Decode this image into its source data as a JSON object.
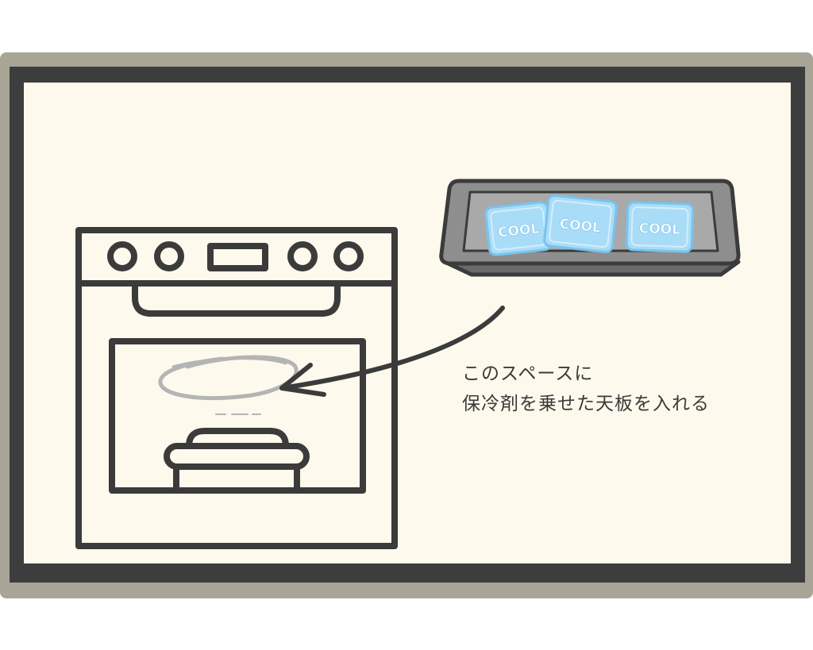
{
  "caption": {
    "line1": "このスペースに",
    "line2": "保冷剤を乗せた天板を入れる"
  },
  "ice_pack_label": "COOL",
  "colors": {
    "outer_frame": "#a8a596",
    "inner_border": "#3d3d3d",
    "panel": "#fdf9ec",
    "line": "#3b3b3b",
    "tray": "#9c9c9c",
    "ice_pack": "#a9dcf7",
    "ice_pack_text": "#ffffff",
    "oval_highlight": "#b4b4b4"
  }
}
